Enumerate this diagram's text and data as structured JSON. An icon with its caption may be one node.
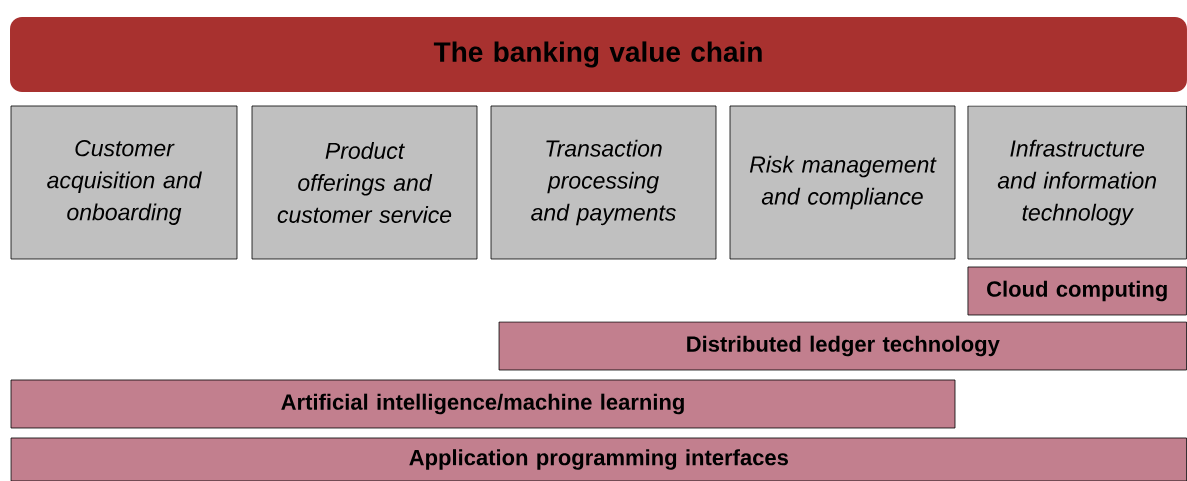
{
  "diagram": {
    "nodes": [
      {
        "text": [
          "The banking value chain"
        ]
      },
      {
        "text": [
          "Customer acquisition and onboarding"
        ]
      },
      {
        "text": [
          "Product offerings and customer service"
        ]
      },
      {
        "text": [
          "Transaction processing and payments"
        ]
      },
      {
        "text": [
          "Risk management and compliance"
        ]
      },
      {
        "text": [
          "Infrastructure and information technology"
        ]
      },
      {
        "text": [
          "Cloud computing"
        ]
      },
      {
        "text": [
          "Distributed ledger technology"
        ]
      },
      {
        "text": [
          "Artificial intelligence/machine learning"
        ]
      },
      {
        "text": [
          "Application programming interfaces"
        ]
      }
    ]
  }
}
